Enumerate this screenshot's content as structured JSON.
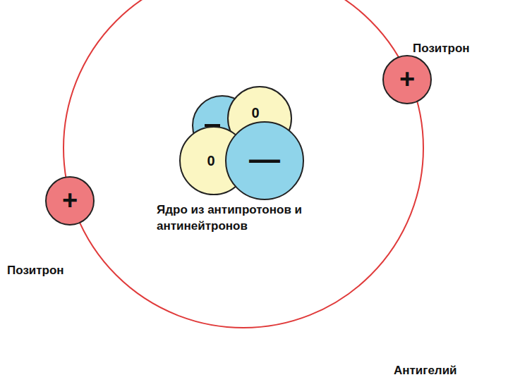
{
  "diagram": {
    "nodes": [
      {
        "text": [
          "+"
        ]
      },
      {
        "text": [
          "0"
        ]
      },
      {
        "text": [
          "0"
        ]
      },
      {
        "text": [
          "—"
        ]
      },
      {
        "text": [
          "+"
        ]
      }
    ],
    "labels": [
      "Позитрон",
      "Ядро из антипротонов и антинейтронов",
      "Позитрон",
      "Антигелий"
    ]
  }
}
